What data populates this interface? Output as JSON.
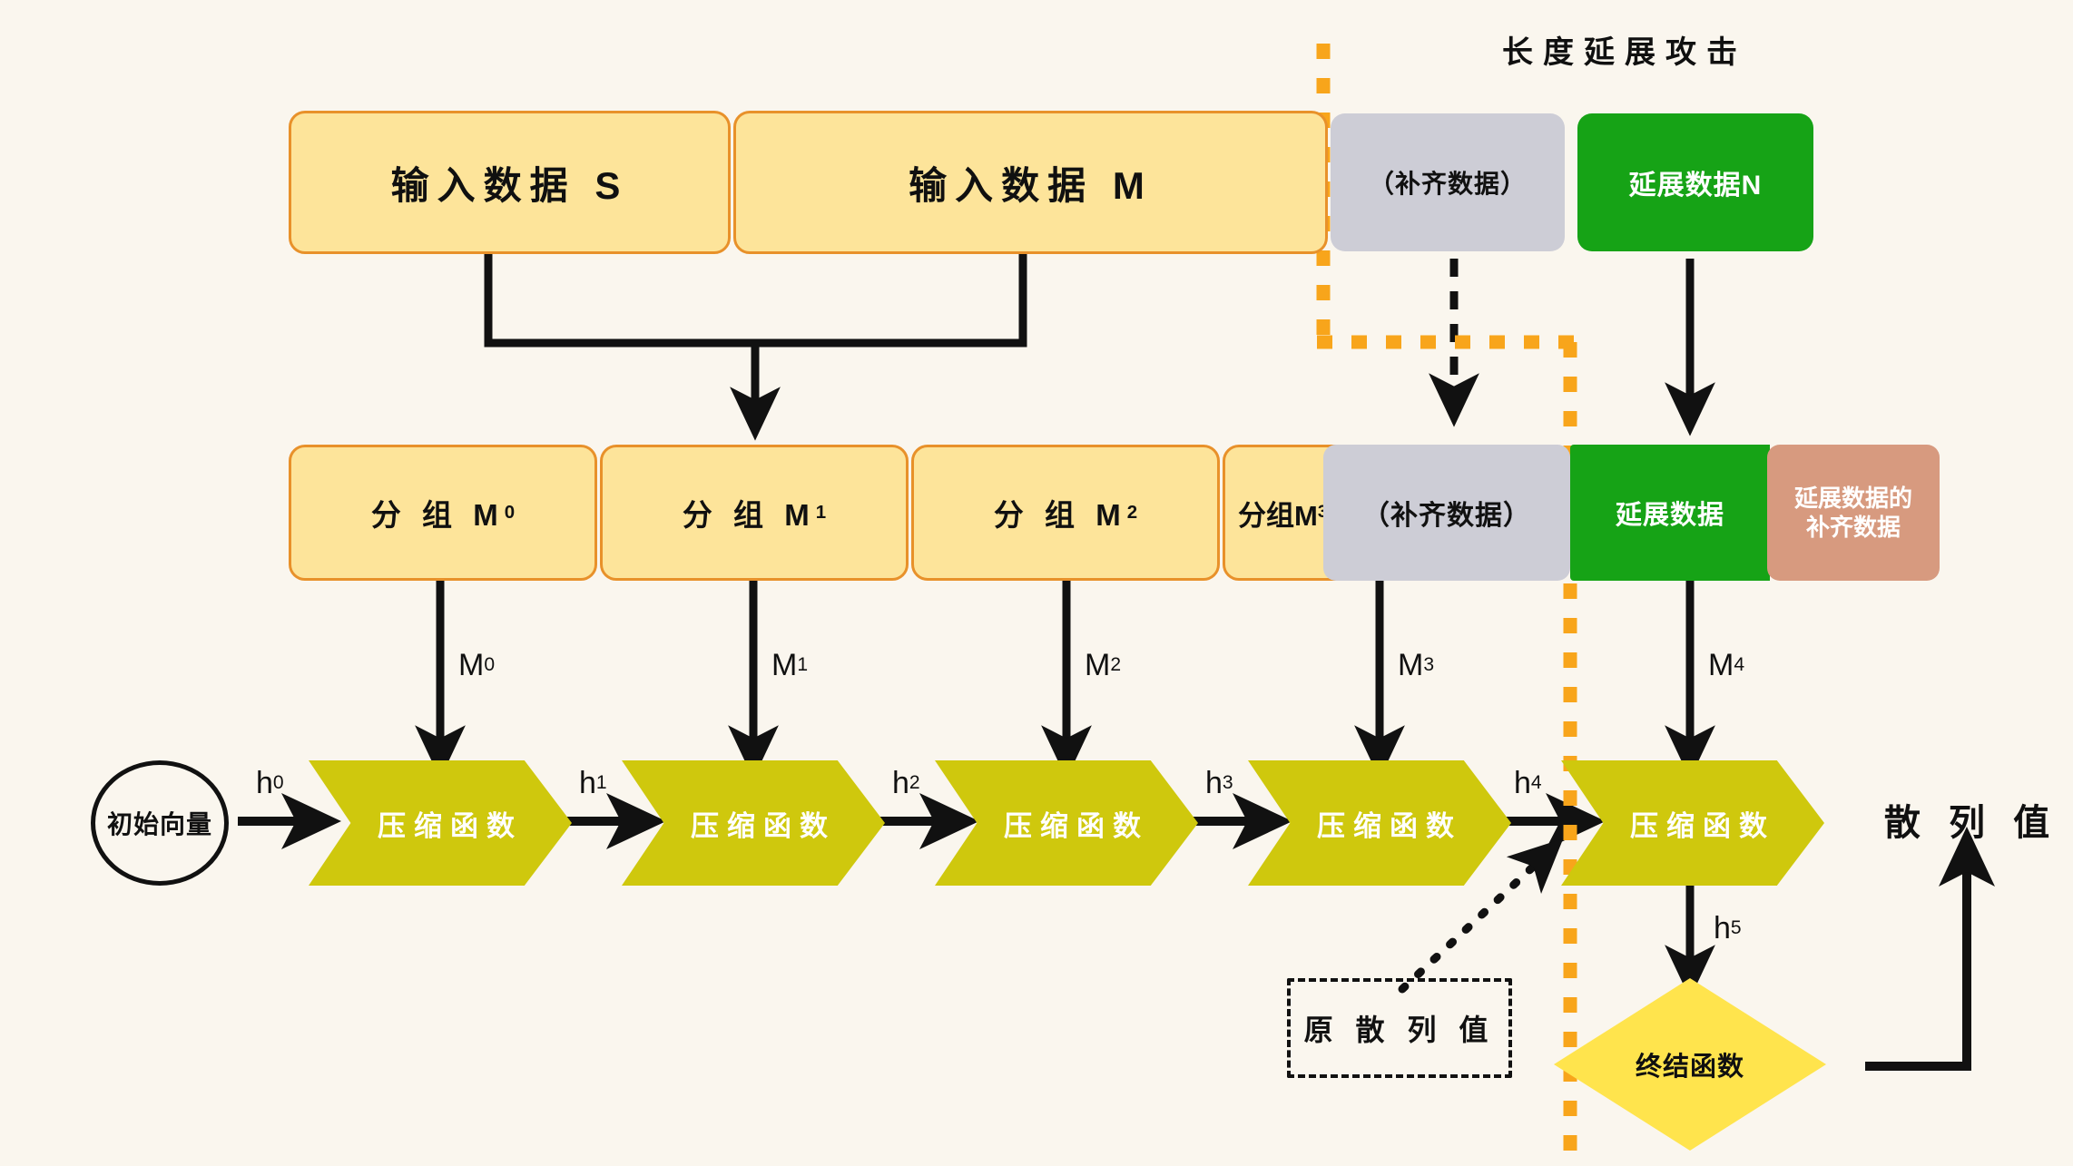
{
  "diagram": {
    "title": "长度延展攻击",
    "background_color": "#faf6ee",
    "palette": {
      "data_fill": "#fde49a",
      "data_border": "#e8912a",
      "padding_fill": "#cdcdd6",
      "extension_fill": "#16a316",
      "extension_padding_fill": "#d79a7f",
      "compression_fill": "#cfc80d",
      "finalize_fill": "#ffe44d",
      "attack_boundary": "#f8a51b",
      "stroke": "#111111"
    }
  },
  "row_input": {
    "input_s": "输入数据 S",
    "input_m": "输入数据 M",
    "padding": "（补齐数据）",
    "extension_n": "延展数据N"
  },
  "row_blocks": {
    "m0_prefix": "分 组 M",
    "m0_sub": "0",
    "m1_prefix": "分 组 M",
    "m1_sub": "1",
    "m2_prefix": "分 组 M",
    "m2_sub": "2",
    "m3_prefix": "分组M",
    "m3_sub": "3",
    "padding": "（补齐数据）",
    "extension": "延展数据",
    "extension_padding_line1": "延展数据的",
    "extension_padding_line2": "补齐数据"
  },
  "message_labels": [
    {
      "text": "M",
      "sub": "0"
    },
    {
      "text": "M",
      "sub": "1"
    },
    {
      "text": "M",
      "sub": "2"
    },
    {
      "text": "M",
      "sub": "3"
    },
    {
      "text": "M",
      "sub": "4"
    }
  ],
  "chain_labels": [
    {
      "text": "h",
      "sub": "0"
    },
    {
      "text": "h",
      "sub": "1"
    },
    {
      "text": "h",
      "sub": "2"
    },
    {
      "text": "h",
      "sub": "3"
    },
    {
      "text": "h",
      "sub": "4"
    },
    {
      "text": "h",
      "sub": "5"
    }
  ],
  "initial_vector": "初始向量",
  "compression_label": "压缩函数",
  "compression_count": 5,
  "finalize_label": "终结函数",
  "hash_output": "散 列 值",
  "original_hash": "原 散 列 值"
}
